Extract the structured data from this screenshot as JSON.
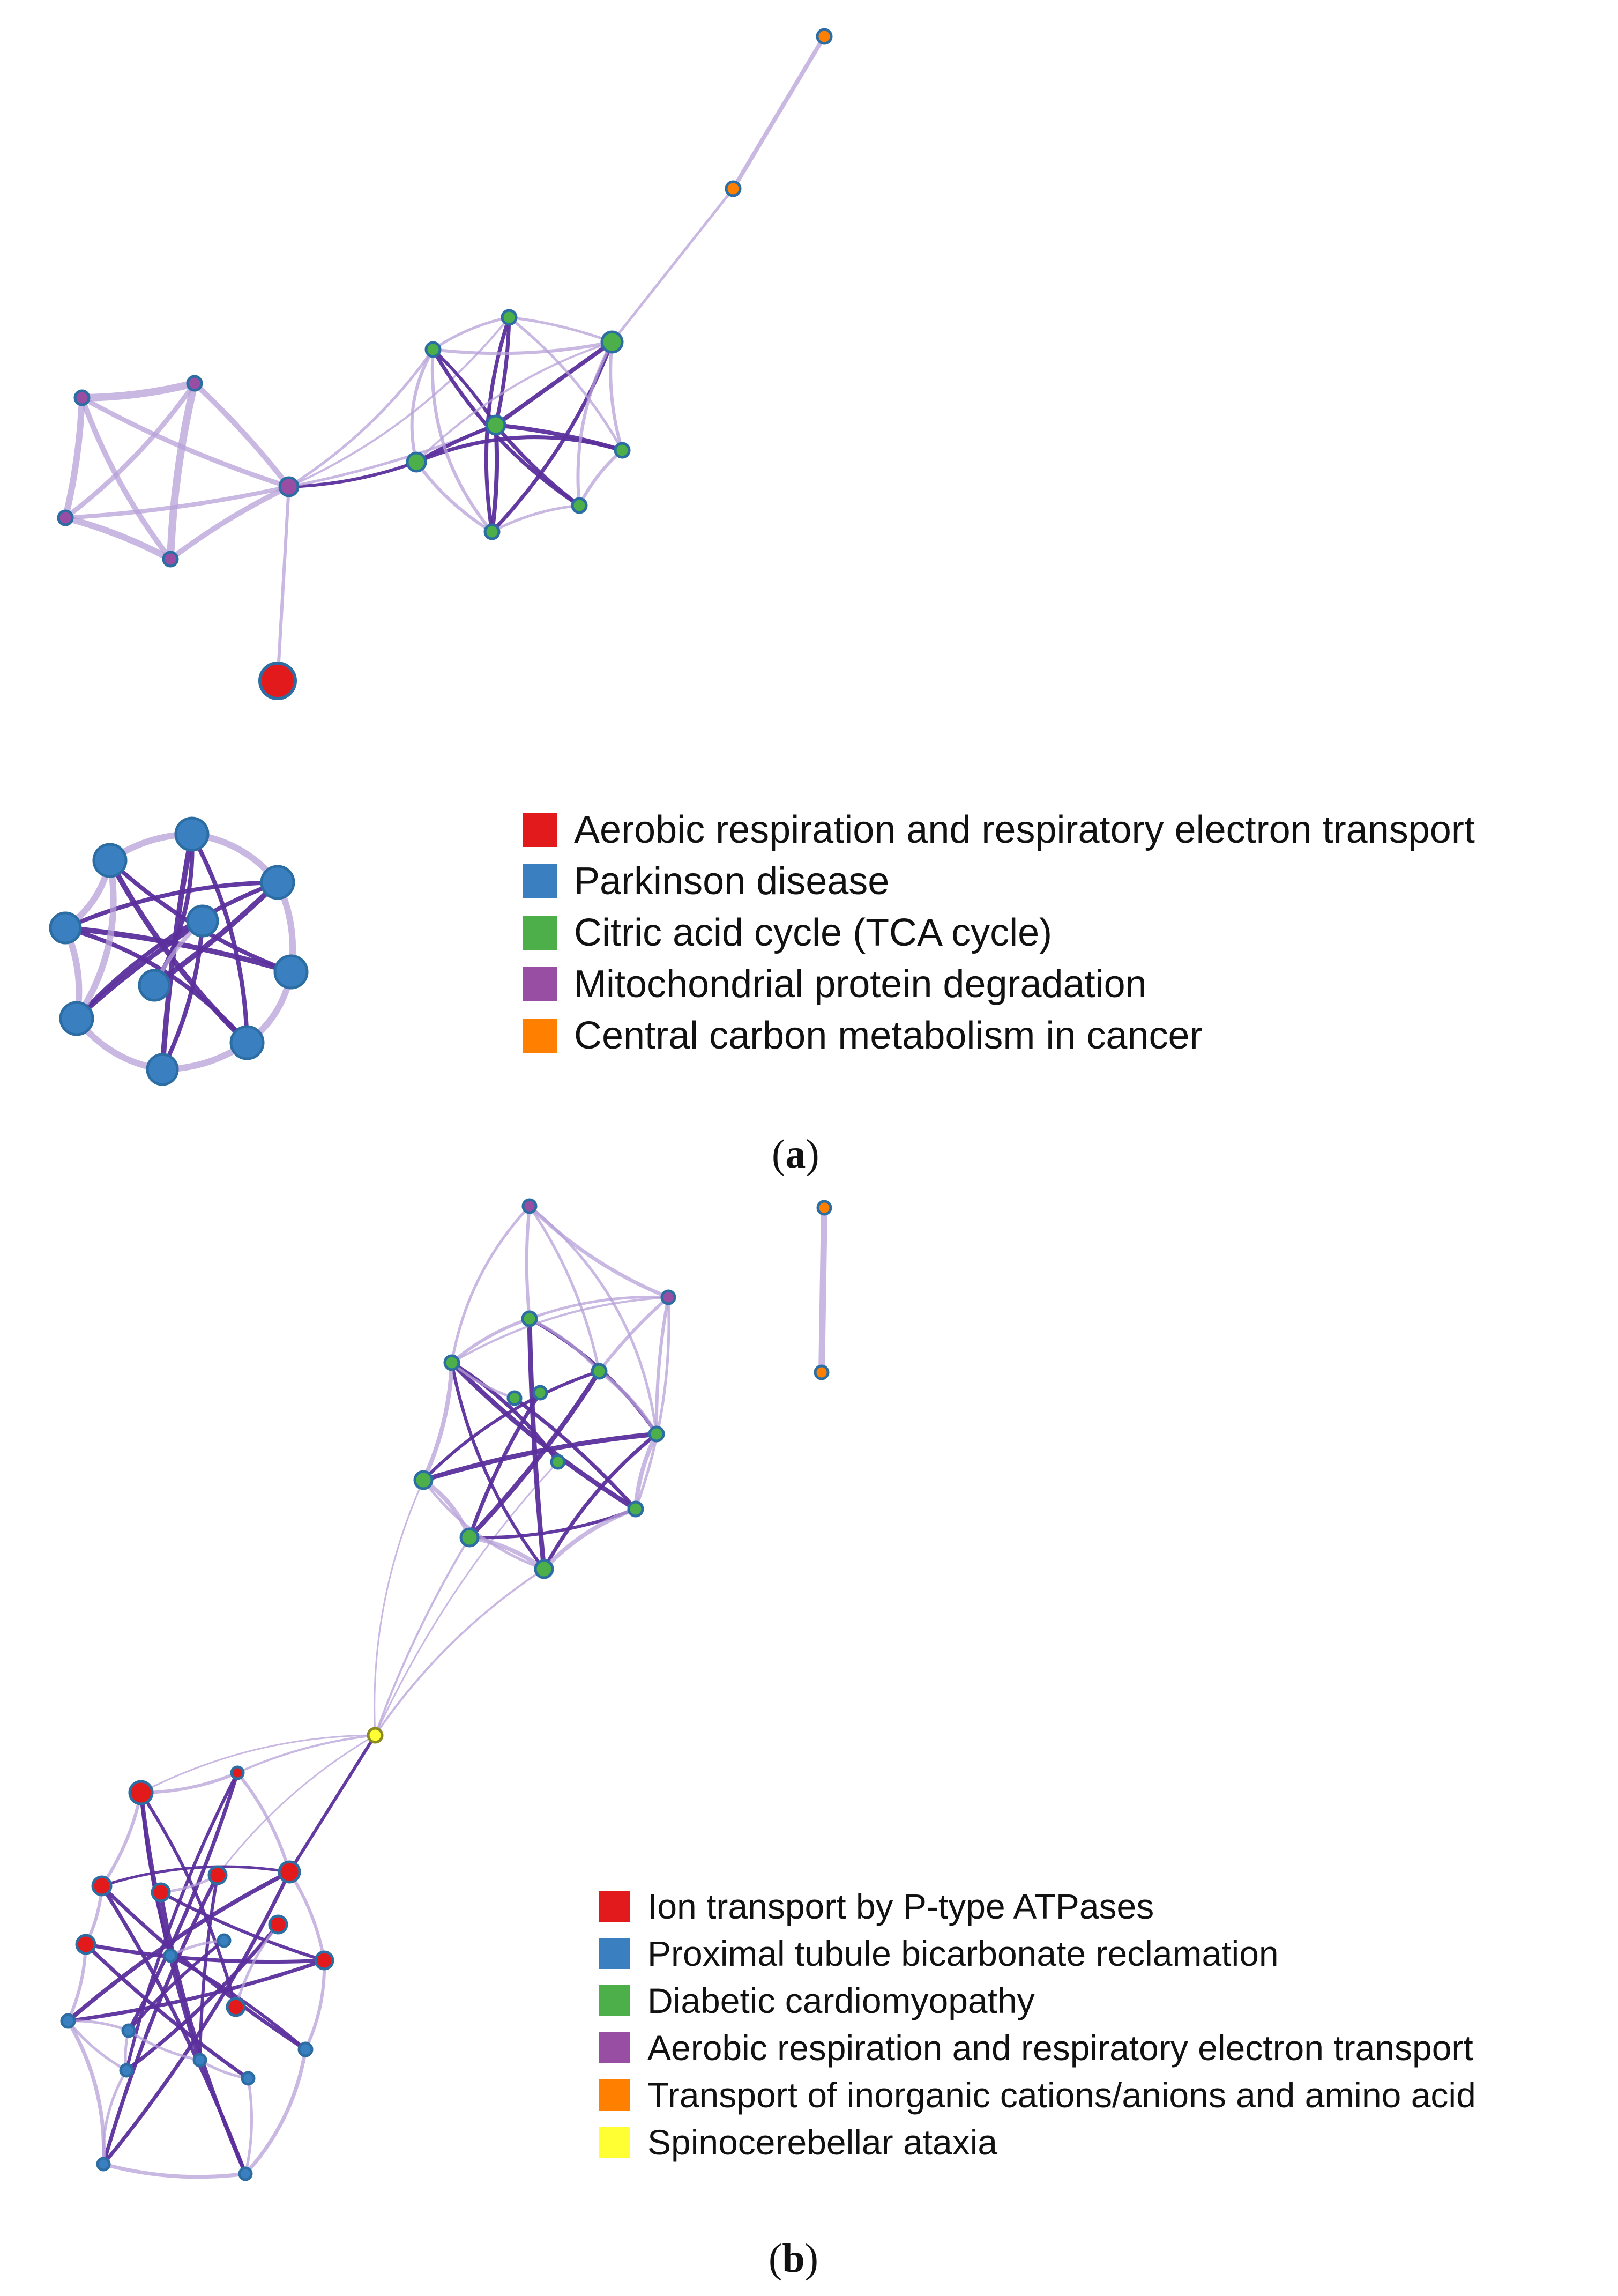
{
  "palette": {
    "red": "#e31a1c",
    "blue": "#3a7fc0",
    "green": "#4daf4a",
    "purple": "#984ea3",
    "orange": "#ff7f00",
    "yellow": "#ffff33",
    "edge_dark": "#5b2f9c",
    "edge_light": "#b5a0d8",
    "node_stroke": "#2c6ea3"
  },
  "panel_a": {
    "label_open": "(",
    "label_letter": "a",
    "label_close": ")",
    "legend": [
      {
        "text": "Aerobic respiration and respiratory electron transport",
        "color": "#e31a1c"
      },
      {
        "text": "Parkinson disease",
        "color": "#3a7fc0"
      },
      {
        "text": "Citric acid cycle (TCA cycle)",
        "color": "#4daf4a"
      },
      {
        "text": "Mitochondrial protein degradation",
        "color": "#984ea3"
      },
      {
        "text": "Central carbon metabolism in cancer",
        "color": "#ff7f00"
      }
    ]
  },
  "panel_b": {
    "label_open": "(",
    "label_letter": "b",
    "label_close": ")",
    "legend": [
      {
        "text": "Ion transport by P-type ATPases",
        "color": "#e31a1c"
      },
      {
        "text": "Proximal tubule bicarbonate reclamation",
        "color": "#3a7fc0"
      },
      {
        "text": "Diabetic cardiomyopathy",
        "color": "#4daf4a"
      },
      {
        "text": "Aerobic respiration and respiratory electron transport",
        "color": "#984ea3"
      },
      {
        "text": "Transport of inorganic cations/anions and amino acid",
        "color": "#ff7f00"
      },
      {
        "text": "Spinocerebellar ataxia",
        "color": "#ffff33"
      }
    ]
  }
}
